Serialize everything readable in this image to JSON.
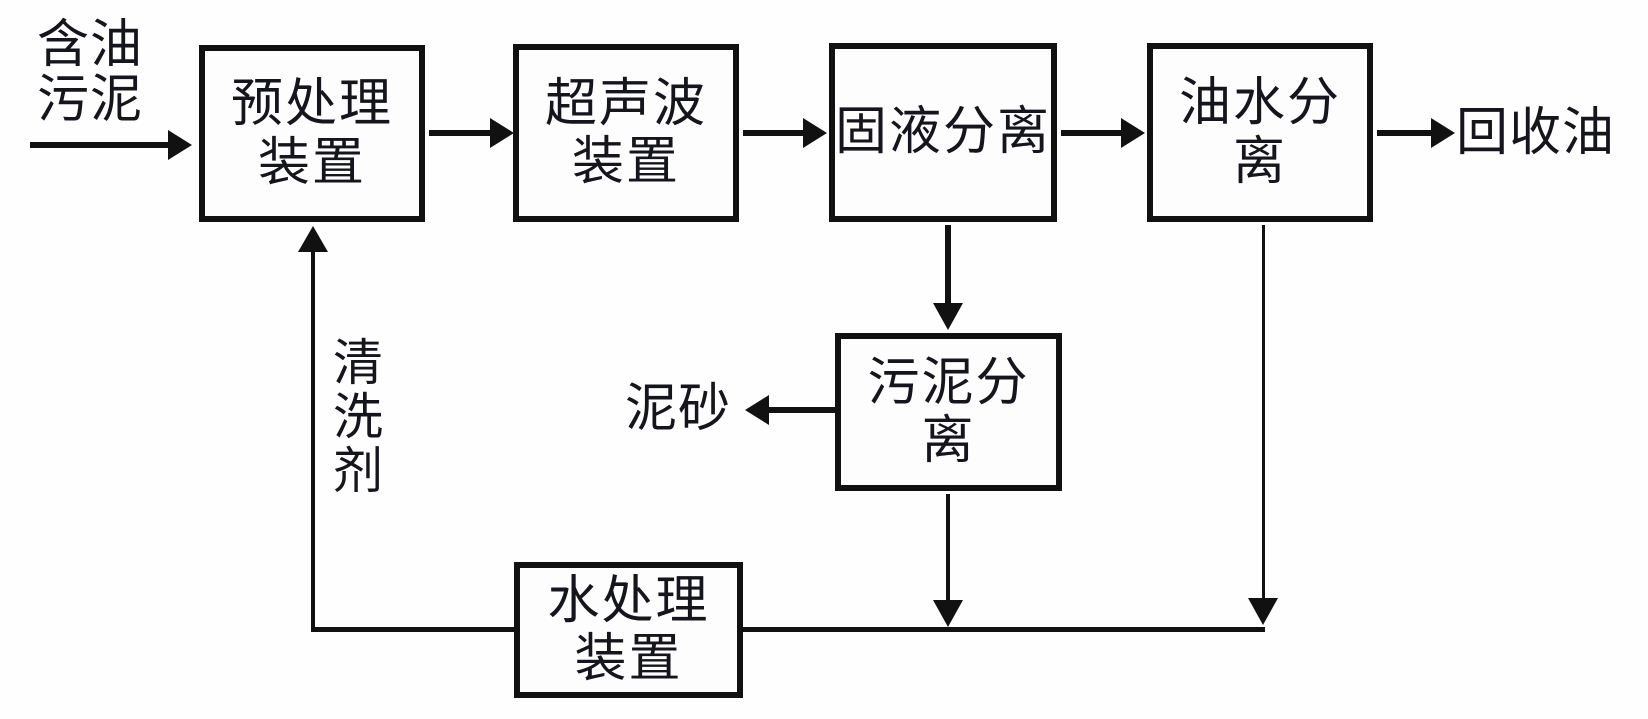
{
  "diagram": {
    "title": "oily-sludge-treatment-process-flowchart",
    "background_color": "#fefefe",
    "line_color": "#111111",
    "text_color": "#15151d",
    "source_label": "含油\n污泥",
    "output_label": "回收油",
    "sand_label": "泥砂",
    "recycle_agent_label": "清洗剂",
    "boxes": {
      "pretreatment": "预处理\n装置",
      "ultrasonic": "超声波\n装置",
      "solid_liquid": "固液分离",
      "oil_water": "油水分离",
      "sludge_separation": "污泥分离",
      "water_treatment": "水处理\n装置"
    },
    "connections": [
      {
        "from": "含油污泥",
        "to": "预处理装置",
        "direction": "right"
      },
      {
        "from": "预处理装置",
        "to": "超声波装置",
        "direction": "right"
      },
      {
        "from": "超声波装置",
        "to": "固液分离",
        "direction": "right"
      },
      {
        "from": "固液分离",
        "to": "油水分离",
        "direction": "right"
      },
      {
        "from": "油水分离",
        "to": "回收油",
        "direction": "right"
      },
      {
        "from": "固液分离",
        "to": "污泥分离",
        "direction": "down"
      },
      {
        "from": "污泥分离",
        "to": "泥砂",
        "direction": "left"
      },
      {
        "from": "污泥分离",
        "to": "水处理装置",
        "direction": "down"
      },
      {
        "from": "油水分离",
        "to": "水处理装置",
        "direction": "down"
      },
      {
        "from": "水处理装置",
        "to": "预处理装置",
        "label": "清洗剂",
        "direction": "up"
      }
    ]
  }
}
